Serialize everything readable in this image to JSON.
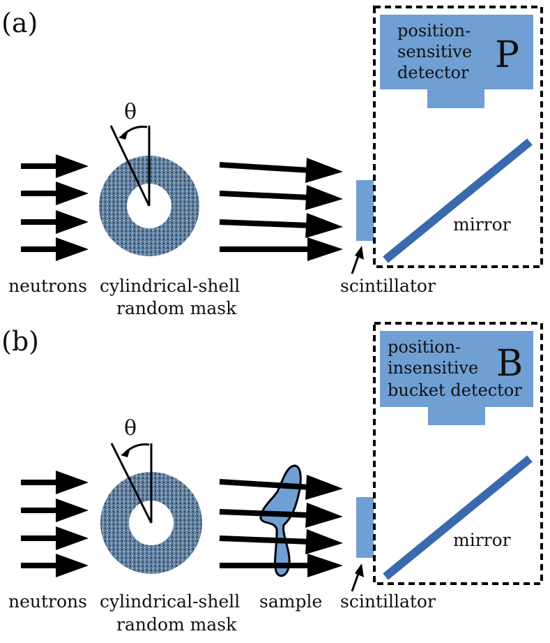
{
  "colors": {
    "detector_fill": "#6f9fd3",
    "mirror_color": "#3a6aad",
    "mask_fill": "#5f7fa0",
    "arrow": "#000000",
    "frame": "#000000"
  },
  "panels": [
    {
      "label": "(a)",
      "theta": "θ",
      "beam_label": "neutrons",
      "mask_label": [
        "cylindrical-shell",
        "random mask"
      ],
      "scintillator_label": "scintillator",
      "mirror_label": "mirror",
      "detector_lines": [
        "position-",
        "sensitive",
        "detector"
      ],
      "detector_letter": "P"
    },
    {
      "label": "(b)",
      "theta": "θ",
      "beam_label": "neutrons",
      "mask_label": [
        "cylindrical-shell",
        "random mask"
      ],
      "sample_label": "sample",
      "scintillator_label": "scintillator",
      "mirror_label": "mirror",
      "detector_lines": [
        "position-",
        "insensitive",
        "bucket detector"
      ],
      "detector_letter": "B"
    }
  ]
}
